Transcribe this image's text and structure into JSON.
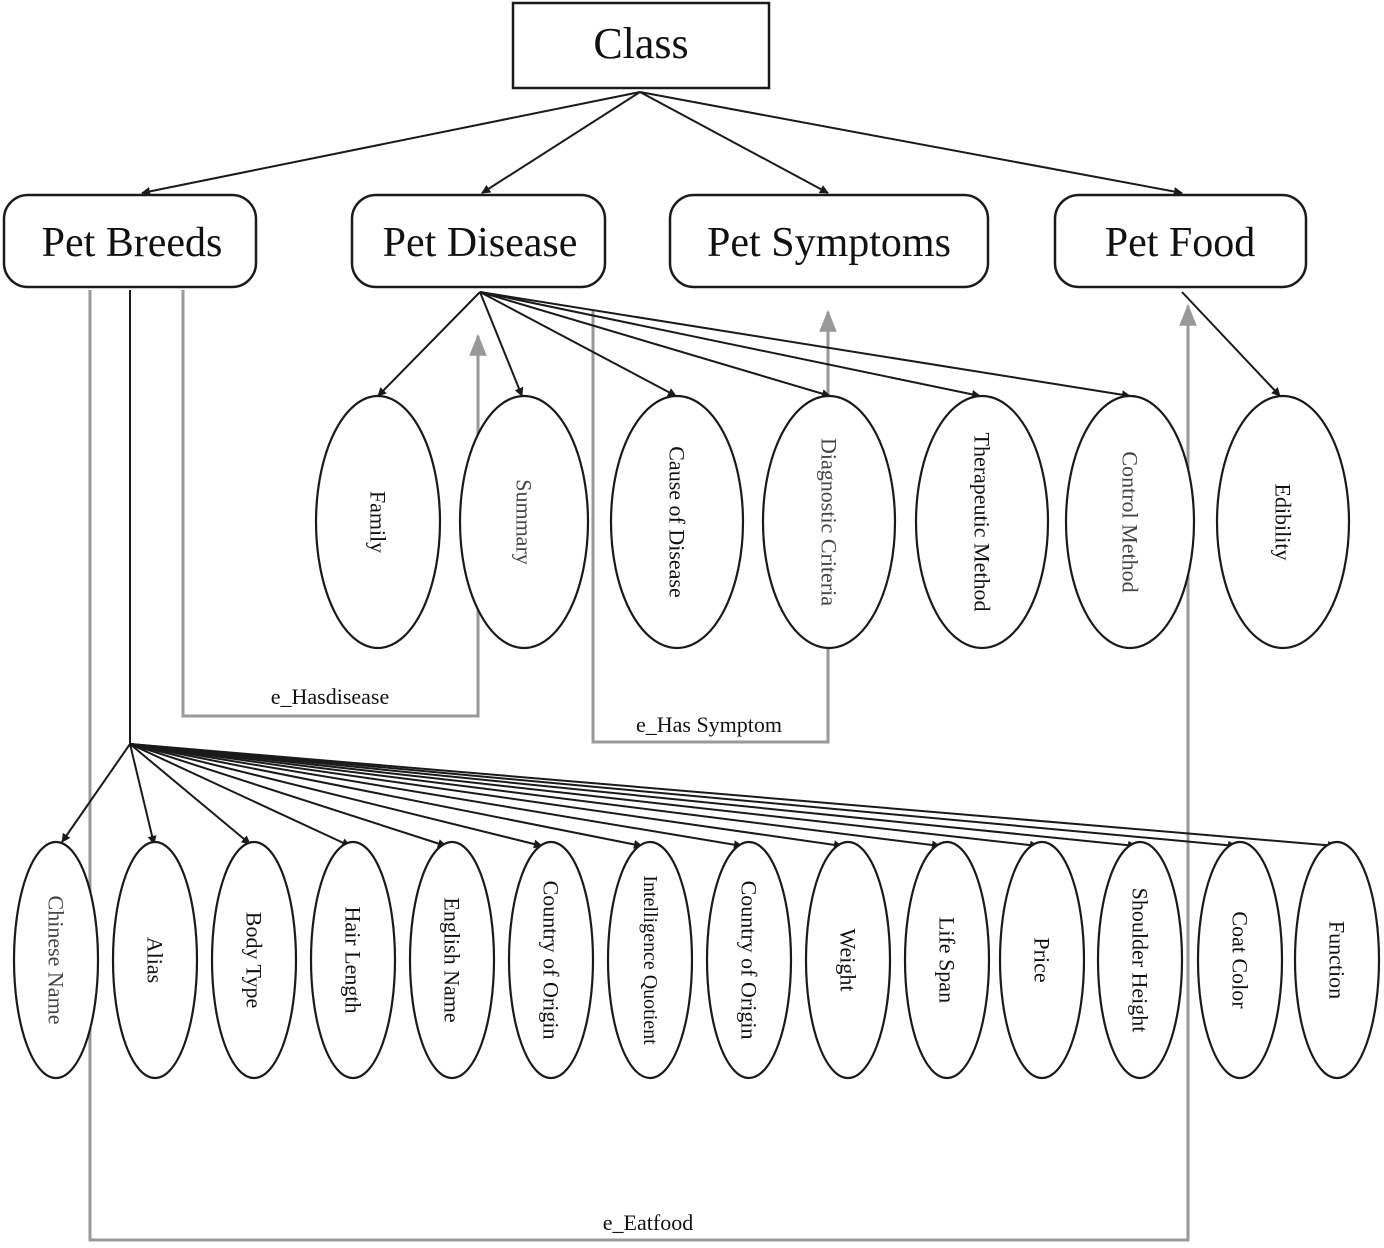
{
  "root": {
    "label": "Class"
  },
  "categories": [
    {
      "id": "breeds",
      "label": "Pet Breeds"
    },
    {
      "id": "disease",
      "label": "Pet Disease"
    },
    {
      "id": "symptoms",
      "label": "Pet Symptoms"
    },
    {
      "id": "food",
      "label": "Pet Food"
    }
  ],
  "disease_attributes": [
    {
      "label": "Family"
    },
    {
      "label": "Summary"
    },
    {
      "label": "Cause of Disease"
    },
    {
      "label": "Diagnostic Criteria"
    },
    {
      "label": "Therapeutic Method"
    },
    {
      "label": "Control Method"
    }
  ],
  "food_attributes": [
    {
      "label": "Edibility"
    }
  ],
  "breed_attributes": [
    {
      "label": "Chinese Name"
    },
    {
      "label": "Alias"
    },
    {
      "label": "Body Type"
    },
    {
      "label": "Hair Length"
    },
    {
      "label": "English Name"
    },
    {
      "label": "Country of Origin"
    },
    {
      "label": "Intelligence Quotient"
    },
    {
      "label": "Country of Origin"
    },
    {
      "label": "Weight"
    },
    {
      "label": "Life Span"
    },
    {
      "label": "Price"
    },
    {
      "label": "Shoulder Height"
    },
    {
      "label": "Coat Color"
    },
    {
      "label": "Function"
    }
  ],
  "relations": [
    {
      "label": "e_Hasdisease"
    },
    {
      "label": "e_Has Symptom"
    },
    {
      "label": "e_Eatfood"
    }
  ],
  "colors": {
    "stroke": "#1a1a1a",
    "relation_stroke": "#999999",
    "background": "#ffffff"
  }
}
